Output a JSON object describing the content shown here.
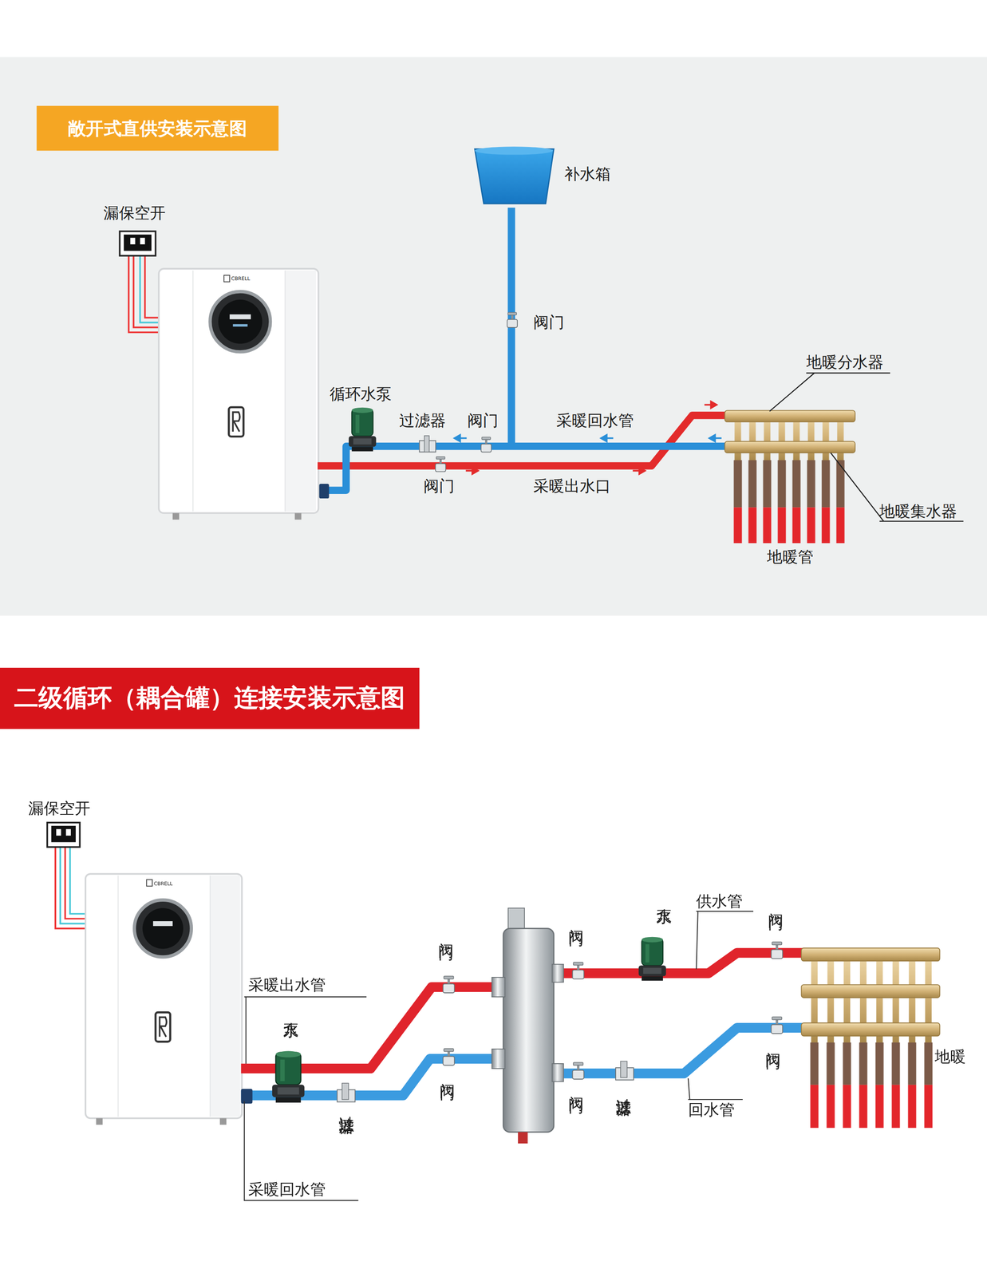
{
  "diagram": {
    "nodes": [
      {
        "text": [
          "敞开式直供安装示意图"
        ]
      },
      {
        "text": [
          "二级循环（耦合罐）连接安装示意图"
        ]
      }
    ],
    "edges": [],
    "labels": [
      "补水箱",
      "漏保空开",
      "CBRELL",
      "阀门",
      "地暖分水器",
      "循环水泵",
      "过滤器",
      "阀门",
      "采暖回水管",
      "阀门",
      "采暖出水口",
      "地暖集水器",
      "地暖管",
      "漏保空开",
      "CBRELL",
      "水泵",
      "供水管",
      "阀门",
      "阀门",
      "阀门",
      "采暖出水管",
      "水泵",
      "阀门",
      "地暖",
      "阀门",
      "阀门",
      "过滤器",
      "回水管",
      "过滤器",
      "采暖回水管"
    ]
  }
}
